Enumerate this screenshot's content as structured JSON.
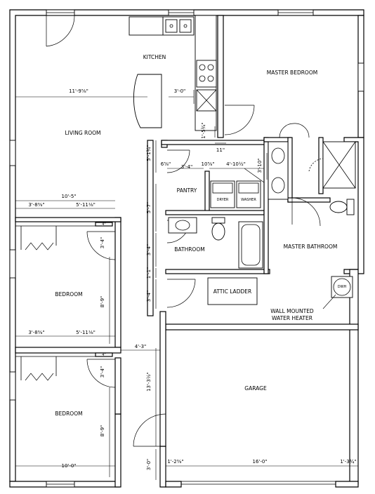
{
  "rooms": {
    "kitchen": "KITCHEN",
    "master_bedroom": "MASTER BEDROOM",
    "living_room": "LIVING ROOM",
    "pantry": "PANTRY",
    "bathroom": "BATHROOM",
    "master_bathroom": "MASTER BATHROOM",
    "bedroom_1": "BEDROOM",
    "bedroom_2": "BEDROOM",
    "garage": "GARAGE"
  },
  "labels": {
    "attic_ladder": "ATTIC LADDER",
    "water_heater_line1": "WALL MOUNTED",
    "water_heater_line2": "WATER HEATER",
    "dryer": "DRYER",
    "washer": "WASHER",
    "water_heater_tag": "DWH"
  },
  "dimensions": {
    "living_width": "11'-9⅝\"",
    "kitchen_bar": "3'-0\"",
    "hall_offset": "1'-5¾\"",
    "hall_eleven": "11\"",
    "pantry_height": "5'-1¾\"",
    "d_6": "6⅝\"",
    "d_3_4": "3'-4\"",
    "d_10": "10⅝\"",
    "d_4_10": "4'-10½\"",
    "d_3_10": "3'-10\"",
    "bed1_width": "10'-5\"",
    "bed1_closet_left": "3'-8⅜\"",
    "bed1_closet_right": "5'-11⅛\"",
    "d_4": "4\"",
    "bed1_door": "3'-4\"",
    "pantry_5_7": "5'-7\"",
    "bath_3_4": "3'-4\"",
    "hall_1_1": "1'-1\"",
    "hall_3_4": "3'-4\"",
    "bed1_height": "8'-9\"",
    "bed2_closet_left": "3'-8⅜\"",
    "bed2_closet_right": "5'-11⅛\"",
    "hall_4_3": "4'-3\"",
    "d_4b": "4\"",
    "bed2_door": "3'-4\"",
    "garage_side": "13'-3½\"",
    "bed2_height": "8'-9\"",
    "bed2_width": "10'-0\"",
    "garage_door_left": "3'-0\"",
    "garage_pier_left": "1'-2⅜\"",
    "garage_door_width": "16'-0\"",
    "garage_pier_right": "1'-3¾\""
  }
}
